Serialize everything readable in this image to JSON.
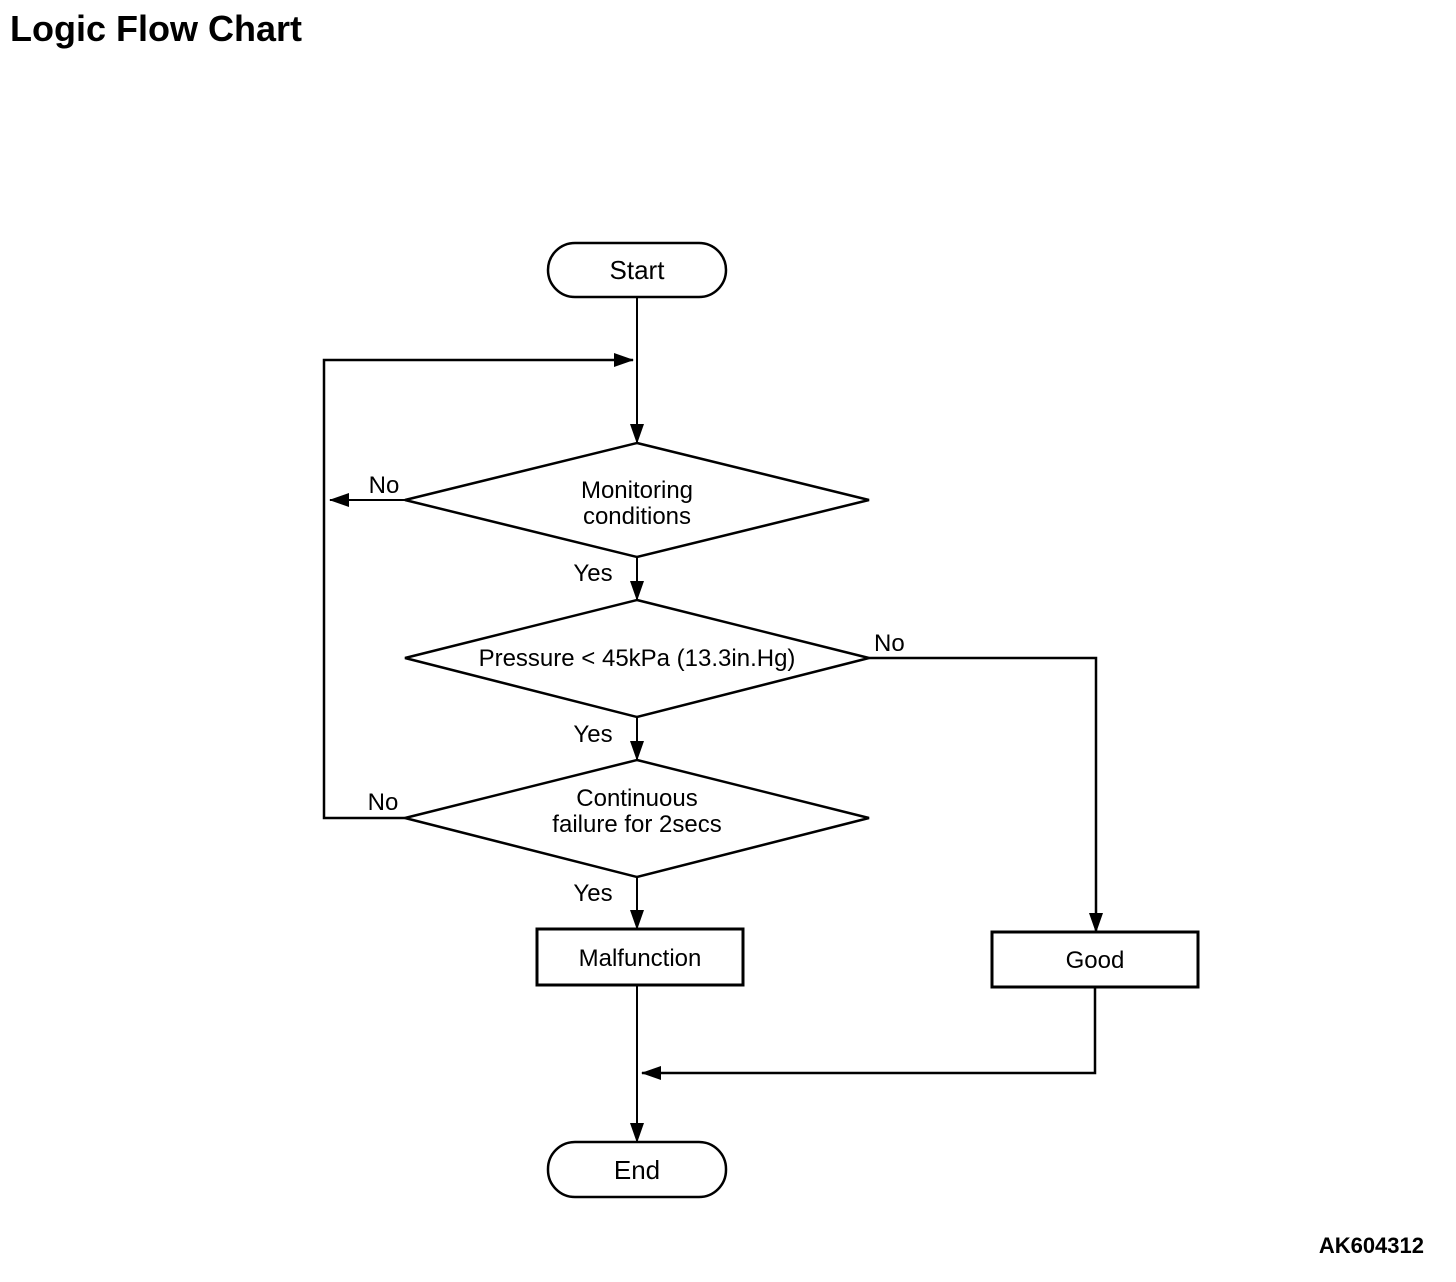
{
  "page": {
    "title": "Logic Flow Chart",
    "figure_code": "AK604312"
  },
  "colors": {
    "ink": "#000000",
    "background": "#ffffff"
  },
  "nodes": {
    "start": {
      "label": "Start"
    },
    "monitoring": {
      "line1": "Monitoring",
      "line2": "conditions"
    },
    "pressure": {
      "label": "Pressure < 45kPa (13.3in.Hg)"
    },
    "continuous": {
      "line1": "Continuous",
      "line2": "failure for 2secs"
    },
    "malfunction": {
      "label": "Malfunction"
    },
    "good": {
      "label": "Good"
    },
    "end": {
      "label": "End"
    }
  },
  "edges": {
    "monitoring_no": {
      "label": "No"
    },
    "monitoring_yes": {
      "label": "Yes"
    },
    "pressure_no": {
      "label": "No"
    },
    "pressure_yes": {
      "label": "Yes"
    },
    "continuous_no": {
      "label": "No"
    },
    "continuous_yes": {
      "label": "Yes"
    }
  }
}
